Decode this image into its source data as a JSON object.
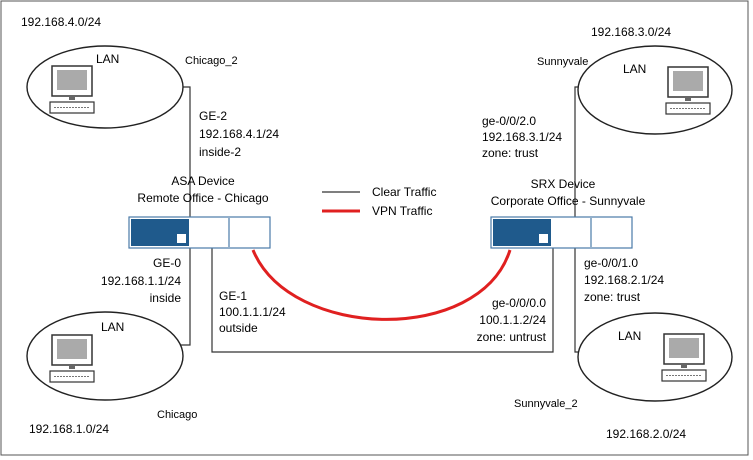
{
  "networks": {
    "top_left": "192.168.4.0/24",
    "bottom_left": "192.168.1.0/24",
    "top_right": "192.168.3.0/24",
    "bottom_right": "192.168.2.0/24"
  },
  "lans": {
    "chicago_2": {
      "label": "LAN",
      "site": "Chicago_2"
    },
    "chicago": {
      "label": "LAN",
      "site": "Chicago"
    },
    "sunnyvale": {
      "label": "LAN",
      "site": "Sunnyvale"
    },
    "sunnyvale_2": {
      "label": "LAN",
      "site": "Sunnyvale_2"
    }
  },
  "asa": {
    "name": "ASA Device",
    "location": "Remote Office - Chicago",
    "ge2": {
      "port": "GE-2",
      "ip": "192.168.4.1/24",
      "zone": "inside-2"
    },
    "ge0": {
      "port": "GE-0",
      "ip": "192.168.1.1/24",
      "zone": "inside"
    },
    "ge1": {
      "port": "GE-1",
      "ip": "100.1.1.1/24",
      "zone": "outside"
    }
  },
  "srx": {
    "name": "SRX Device",
    "location": "Corporate Office - Sunnyvale",
    "ge020": {
      "port": "ge-0/0/2.0",
      "ip": "192.168.3.1/24",
      "zone": "zone: trust"
    },
    "ge010": {
      "port": "ge-0/0/1.0",
      "ip": "192.168.2.1/24",
      "zone": "zone: trust"
    },
    "ge000": {
      "port": "ge-0/0/0.0",
      "ip": "100.1.1.2/24",
      "zone": "zone: untrust"
    }
  },
  "legend": {
    "clear": "Clear Traffic",
    "vpn": "VPN Traffic"
  },
  "colors": {
    "vpn": "#e02020",
    "device_dark": "#1f5a8c",
    "device_border": "#4a7aa8"
  }
}
